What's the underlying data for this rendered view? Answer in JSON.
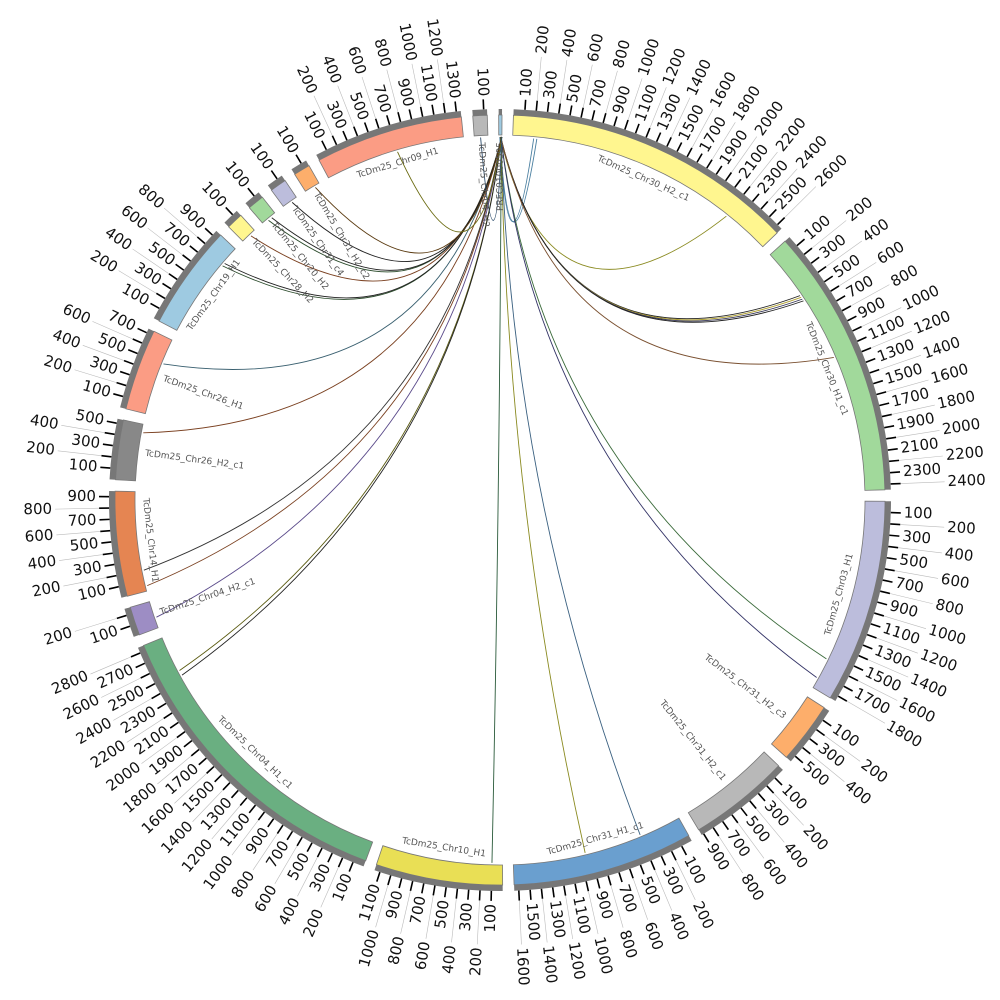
{
  "chart_data": {
    "type": "circos",
    "title": "",
    "tick_interval": 100,
    "segments": [
      {
        "name": "TcDm25_Chr30_H2_c1",
        "length": 2650,
        "tick_max": 2600,
        "color": "#fff68f"
      },
      {
        "name": "TcDm25_Chr30_H1_c1",
        "length": 2450,
        "tick_max": 2400,
        "color": "#a1d99b"
      },
      {
        "name": "TcDm25_Chr03_H1",
        "length": 1850,
        "tick_max": 1800,
        "color": "#bcbddc"
      },
      {
        "name": "TcDm25_Chr31_H2_c3",
        "length": 560,
        "tick_max": 500,
        "color": "#fdae6b"
      },
      {
        "name": "TcDm25_Chr31_H2_c1",
        "length": 920,
        "tick_max": 900,
        "color": "#b8b8b8"
      },
      {
        "name": "TcDm25_Chr31_H1_c1",
        "length": 1640,
        "tick_max": 1600,
        "color": "#6a9fcf"
      },
      {
        "name": "TcDm25_Chr10_H1",
        "length": 1150,
        "tick_max": 1100,
        "color": "#e9df55"
      },
      {
        "name": "TcDm25_Chr04_H1_c1",
        "length": 2850,
        "tick_max": 2800,
        "color": "#6aaf81"
      },
      {
        "name": "TcDm25_Chr04_H2_c1",
        "length": 260,
        "tick_max": 200,
        "color": "#9d8dc4"
      },
      {
        "name": "TcDm25_Chr14_H1",
        "length": 950,
        "tick_max": 900,
        "color": "#e58552"
      },
      {
        "name": "TcDm25_Chr26_H2_c1",
        "length": 540,
        "tick_max": 500,
        "color": "#888888"
      },
      {
        "name": "TcDm25_Chr26_H1",
        "length": 740,
        "tick_max": 700,
        "color": "#fb9c84"
      },
      {
        "name": "TcDm25_Chr19_H1",
        "length": 950,
        "tick_max": 900,
        "color": "#9ecae1"
      },
      {
        "name": "TcDm25_Chr28_H2",
        "length": 150,
        "tick_max": 100,
        "color": "#fff68f"
      },
      {
        "name": "TcDm25_Chr20_H2",
        "length": 150,
        "tick_max": 100,
        "color": "#a1d99b"
      },
      {
        "name": "TcDm25_Chr31_c4",
        "length": 150,
        "tick_max": 100,
        "color": "#bcbddc"
      },
      {
        "name": "TcDm25_Chr31_H2_c2",
        "length": 150,
        "tick_max": 100,
        "color": "#fdae6b"
      },
      {
        "name": "TcDm25_Chr09_H1",
        "length": 1340,
        "tick_max": 1300,
        "color": "#fb9c84"
      },
      {
        "name": "TcDm25_Chr04_H2",
        "length": 130,
        "tick_max": 100,
        "color": "#b8b8b8"
      },
      {
        "name": "PRFC01000595",
        "length": 30,
        "tick_max": 0,
        "color": "#9ecae1"
      }
    ],
    "links": [
      {
        "source": [
          "PRFC01000595",
          10
        ],
        "target": [
          "TcDm25_Chr30_H2_c1",
          200
        ],
        "color": "#4a7fa0"
      },
      {
        "source": [
          "PRFC01000595",
          12
        ],
        "target": [
          "TcDm25_Chr30_H2_c1",
          230
        ],
        "color": "#4a7fa0"
      },
      {
        "source": [
          "PRFC01000595",
          14
        ],
        "target": [
          "TcDm25_Chr30_H2_c1",
          2200
        ],
        "color": "#8a8a20"
      },
      {
        "source": [
          "PRFC01000595",
          15
        ],
        "target": [
          "TcDm25_Chr30_H1_c1",
          480
        ],
        "color": "#222222"
      },
      {
        "source": [
          "PRFC01000595",
          16
        ],
        "target": [
          "TcDm25_Chr30_H1_c1",
          500
        ],
        "color": "#b0a030"
      },
      {
        "source": [
          "PRFC01000595",
          17
        ],
        "target": [
          "TcDm25_Chr30_H1_c1",
          520
        ],
        "color": "#333355"
      },
      {
        "source": [
          "PRFC01000595",
          18
        ],
        "target": [
          "TcDm25_Chr30_H1_c1",
          540
        ],
        "color": "#222222"
      },
      {
        "source": [
          "PRFC01000595",
          19
        ],
        "target": [
          "TcDm25_Chr30_H1_c1",
          1150
        ],
        "color": "#7a5030"
      },
      {
        "source": [
          "PRFC01000595",
          20
        ],
        "target": [
          "TcDm25_Chr03_H1",
          1550
        ],
        "color": "#3a6a3a"
      },
      {
        "source": [
          "PRFC01000595",
          21
        ],
        "target": [
          "TcDm25_Chr03_H1",
          1750
        ],
        "color": "#333366"
      },
      {
        "source": [
          "PRFC01000595",
          22
        ],
        "target": [
          "TcDm25_Chr31_H1_c1",
          400
        ],
        "color": "#3a6080"
      },
      {
        "source": [
          "PRFC01000595",
          23
        ],
        "target": [
          "TcDm25_Chr31_H1_c1",
          950
        ],
        "color": "#8a8a20"
      },
      {
        "source": [
          "PRFC01000595",
          24
        ],
        "target": [
          "TcDm25_Chr10_H1",
          100
        ],
        "color": "#2a5a3a"
      },
      {
        "source": [
          "PRFC01000595",
          25
        ],
        "target": [
          "TcDm25_Chr04_H1_c1",
          2500
        ],
        "color": "#5a5a10"
      },
      {
        "source": [
          "PRFC01000595",
          26
        ],
        "target": [
          "TcDm25_Chr04_H1_c1",
          2450
        ],
        "color": "#222222"
      },
      {
        "source": [
          "PRFC01000595",
          26
        ],
        "target": [
          "TcDm25_Chr04_H2_c1",
          100
        ],
        "color": "#5a4a8a"
      },
      {
        "source": [
          "PRFC01000595",
          27
        ],
        "target": [
          "TcDm25_Chr14_H1",
          50
        ],
        "color": "#7a4020"
      },
      {
        "source": [
          "PRFC01000595",
          27
        ],
        "target": [
          "TcDm25_Chr14_H1",
          200
        ],
        "color": "#333333"
      },
      {
        "source": [
          "PRFC01000595",
          28
        ],
        "target": [
          "TcDm25_Chr26_H2_c1",
          460
        ],
        "color": "#7a4020"
      },
      {
        "source": [
          "PRFC01000595",
          28
        ],
        "target": [
          "TcDm25_Chr26_H1",
          500
        ],
        "color": "#3a6070"
      },
      {
        "source": [
          "PRFC01000595",
          29
        ],
        "target": [
          "TcDm25_Chr19_H1",
          750
        ],
        "color": "#2a4a2a"
      },
      {
        "source": [
          "PRFC01000595",
          29
        ],
        "target": [
          "TcDm25_Chr19_H1",
          780
        ],
        "color": "#222222"
      },
      {
        "source": [
          "PRFC01000595",
          29
        ],
        "target": [
          "TcDm25_Chr28_H2",
          90
        ],
        "color": "#7a4020"
      },
      {
        "source": [
          "PRFC01000595",
          29
        ],
        "target": [
          "TcDm25_Chr20_H2",
          60
        ],
        "color": "#2a4a2a"
      },
      {
        "source": [
          "PRFC01000595",
          29
        ],
        "target": [
          "TcDm25_Chr20_H2",
          100
        ],
        "color": "#222222"
      },
      {
        "source": [
          "PRFC01000595",
          29
        ],
        "target": [
          "TcDm25_Chr31_c4",
          90
        ],
        "color": "#222222"
      },
      {
        "source": [
          "PRFC01000595",
          29
        ],
        "target": [
          "TcDm25_Chr31_H2_c2",
          100
        ],
        "color": "#5a3a10"
      },
      {
        "source": [
          "PRFC01000595",
          29
        ],
        "target": [
          "TcDm25_Chr09_H1",
          700
        ],
        "color": "#6a6a10"
      },
      {
        "source": [
          "PRFC01000595",
          29
        ],
        "target": [
          "TcDm25_Chr04_H2",
          60
        ],
        "color": "#2a4a6a"
      }
    ]
  }
}
